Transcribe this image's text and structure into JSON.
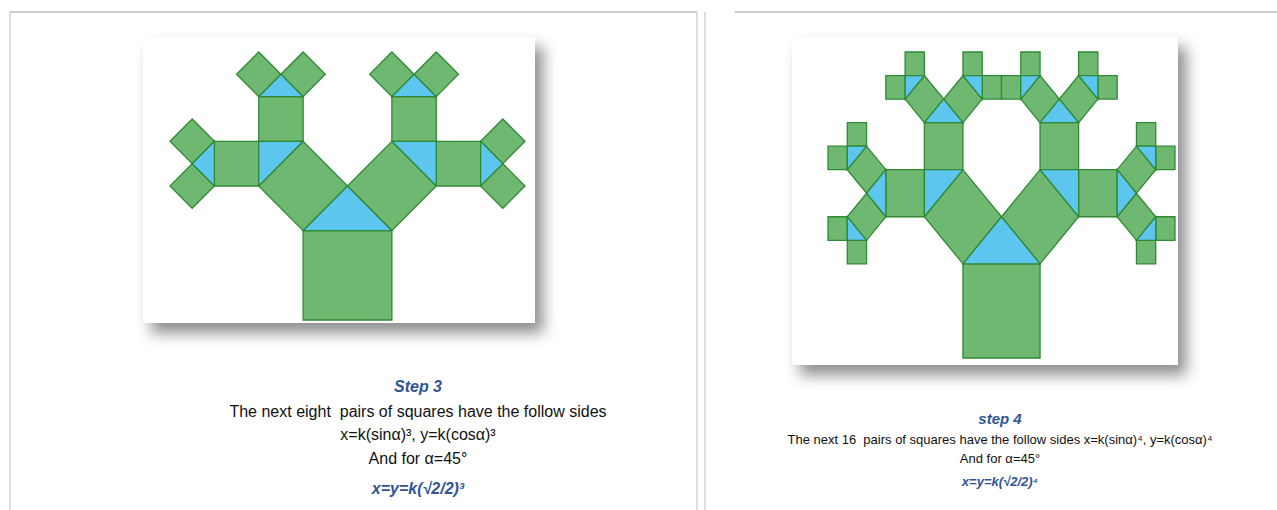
{
  "diagram": {
    "labels": [
      "Step 3",
      "The next eight  pairs of squares have the follow sides",
      "x=k(sinα)³, y=k(cosα)³",
      "And for α=45°",
      "x=y=k(√2/2)³",
      "step 4",
      "The next 16  pairs of squares have the follow sides x=k(sinα)⁴, y=k(cosα)⁴",
      "And for α=45°",
      "x=y=k(√2/2)⁴"
    ]
  }
}
